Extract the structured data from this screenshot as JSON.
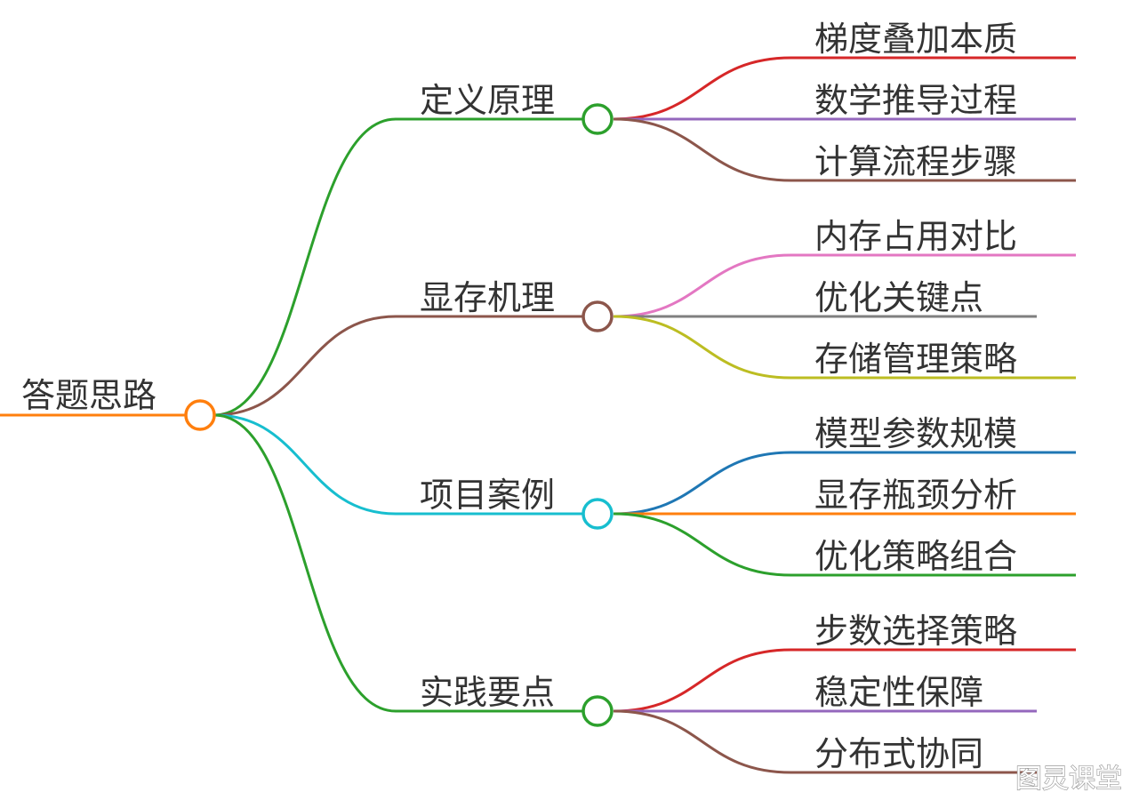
{
  "root": {
    "label": "答题思路",
    "color": "#ff7f0e"
  },
  "branches": [
    {
      "label": "定义原理",
      "color": "#2ca02c",
      "children": [
        {
          "label": "梯度叠加本质",
          "color": "#d62728"
        },
        {
          "label": "数学推导过程",
          "color": "#9467bd"
        },
        {
          "label": "计算流程步骤",
          "color": "#8c564b"
        }
      ]
    },
    {
      "label": "显存机理",
      "color": "#8c564b",
      "children": [
        {
          "label": "内存占用对比",
          "color": "#e377c2"
        },
        {
          "label": "优化关键点",
          "color": "#7f7f7f"
        },
        {
          "label": "存储管理策略",
          "color": "#bcbd22"
        }
      ]
    },
    {
      "label": "项目案例",
      "color": "#17becf",
      "children": [
        {
          "label": "模型参数规模",
          "color": "#1f77b4"
        },
        {
          "label": "显存瓶颈分析",
          "color": "#ff7f0e"
        },
        {
          "label": "优化策略组合",
          "color": "#2ca02c"
        }
      ]
    },
    {
      "label": "实践要点",
      "color": "#2ca02c",
      "children": [
        {
          "label": "步数选择策略",
          "color": "#d62728"
        },
        {
          "label": "稳定性保障",
          "color": "#9467bd"
        },
        {
          "label": "分布式协同",
          "color": "#8c564b"
        }
      ]
    }
  ],
  "watermark": "图灵课堂"
}
